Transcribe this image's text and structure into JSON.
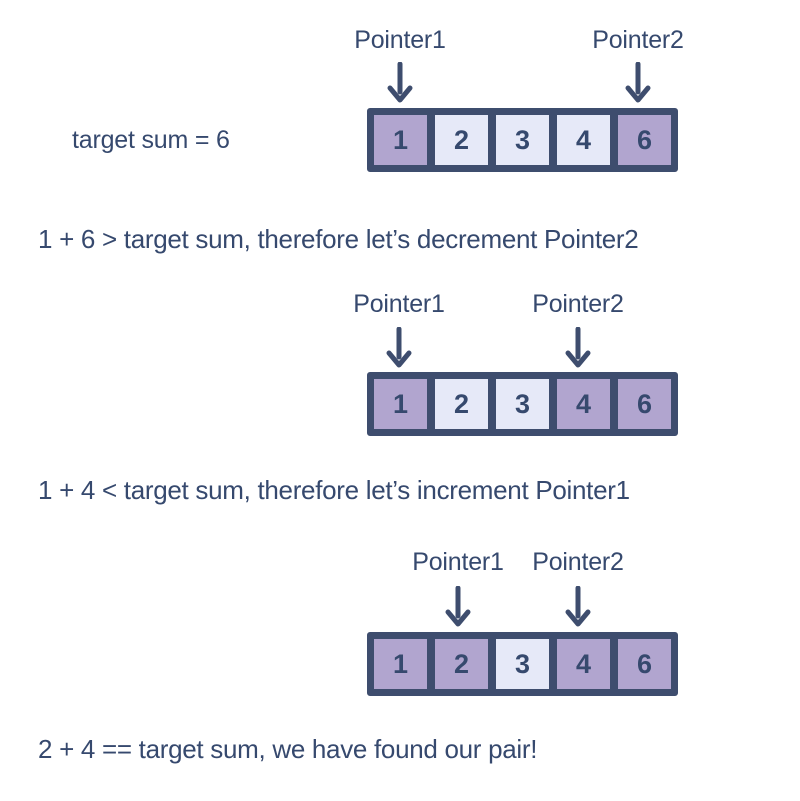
{
  "page": {
    "background": "#ffffff",
    "text_color": "#36496e",
    "highlight_color": "#b1a5cf",
    "cell_color": "#e6e9f8",
    "border_color": "#3e4d6e"
  },
  "side_label": {
    "text": "target sum = 6"
  },
  "arrow_icon": "down-arrow-icon",
  "steps": [
    {
      "id": "step-1",
      "array": [
        "1",
        "2",
        "3",
        "4",
        "6"
      ],
      "highlighted": [
        0,
        4
      ],
      "pointers": [
        {
          "label": "Pointer1",
          "index": 0
        },
        {
          "label": "Pointer2",
          "index": 4
        }
      ],
      "caption": "1 + 6 > target sum, therefore let’s decrement Pointer2"
    },
    {
      "id": "step-2",
      "array": [
        "1",
        "2",
        "3",
        "4",
        "6"
      ],
      "highlighted": [
        0,
        3,
        4
      ],
      "pointers": [
        {
          "label": "Pointer1",
          "index": 0
        },
        {
          "label": "Pointer2",
          "index": 3
        }
      ],
      "caption": "1 + 4 < target sum, therefore let’s increment Pointer1"
    },
    {
      "id": "step-3",
      "array": [
        "1",
        "2",
        "3",
        "4",
        "6"
      ],
      "highlighted": [
        0,
        1,
        3,
        4
      ],
      "pointers": [
        {
          "label": "Pointer1",
          "index": 1
        },
        {
          "label": "Pointer2",
          "index": 3
        }
      ],
      "caption": "2 + 4 == target sum, we have found our pair!"
    }
  ]
}
